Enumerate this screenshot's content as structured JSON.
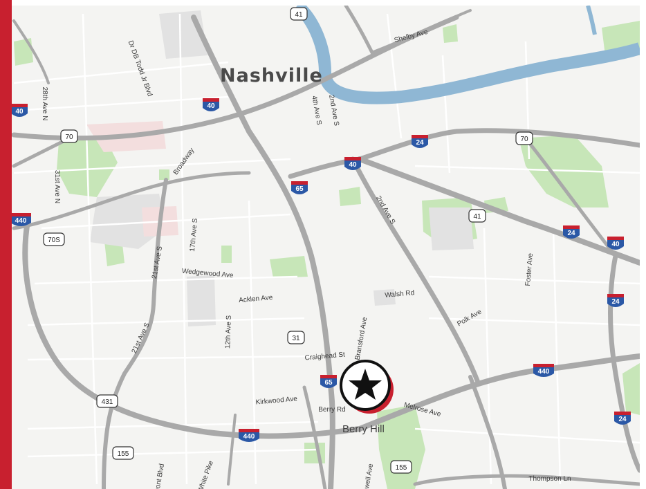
{
  "colors": {
    "accent_bar": "#c8202f",
    "river": "#8fb7d4",
    "park": "#bfe3b0",
    "highway": "#a9a9a9",
    "interstate_blue": "#2b58a6",
    "interstate_red": "#c8202f",
    "marker_shadow": "#c8202f"
  },
  "city_label": "Nashville",
  "neighborhood_label": "Berry Hill",
  "marker": {
    "icon": "star-icon"
  },
  "street_labels": [
    "Shelby Ave",
    "Dr DB Todd Jr Blvd",
    "28th Ave N",
    "31st Ave N",
    "4th Ave S",
    "2nd Ave S",
    "Broadway",
    "21st Ave S",
    "17th Ave S",
    "2nd Ave S",
    "Wedgewood Ave",
    "Acklen Ave",
    "12th Ave S",
    "Walsh Rd",
    "Bransford Ave",
    "Polk Ave",
    "Foster Ave",
    "Craighead St",
    "21st Ave S",
    "Kirkwood Ave",
    "Berry Rd",
    "Melrose Ave",
    "Belmont Blvd",
    "White Pike",
    "Powell Ave",
    "Thompson Ln"
  ],
  "route_shields": [
    {
      "type": "us",
      "number": "41"
    },
    {
      "type": "interstate",
      "number": "40"
    },
    {
      "type": "interstate",
      "number": "40"
    },
    {
      "type": "us",
      "number": "70"
    },
    {
      "type": "interstate",
      "number": "24"
    },
    {
      "type": "us",
      "number": "70"
    },
    {
      "type": "interstate",
      "number": "40"
    },
    {
      "type": "interstate",
      "number": "65"
    },
    {
      "type": "interstate",
      "number": "440"
    },
    {
      "type": "us",
      "number": "70S"
    },
    {
      "type": "us",
      "number": "41"
    },
    {
      "type": "interstate",
      "number": "24"
    },
    {
      "type": "interstate",
      "number": "40"
    },
    {
      "type": "interstate",
      "number": "24"
    },
    {
      "type": "us",
      "number": "31"
    },
    {
      "type": "interstate",
      "number": "65"
    },
    {
      "type": "interstate",
      "number": "440"
    },
    {
      "type": "us",
      "number": "431"
    },
    {
      "type": "interstate",
      "number": "440"
    },
    {
      "type": "interstate",
      "number": "24"
    },
    {
      "type": "us",
      "number": "155"
    },
    {
      "type": "us",
      "number": "155"
    }
  ]
}
